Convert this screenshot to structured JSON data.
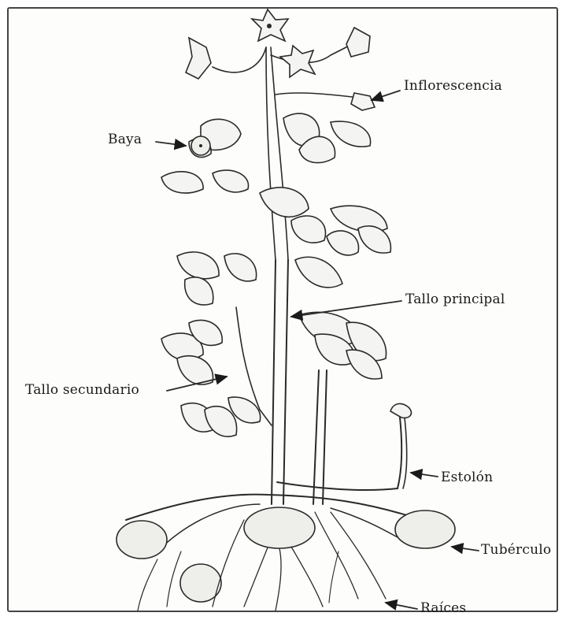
{
  "diagram": {
    "labels": {
      "inflorescence": "Inflorescencia",
      "berry": "Baya",
      "main_stem": "Tallo principal",
      "secondary_stem": "Tallo secundario",
      "stolon": "Estolón",
      "tuber": "Tubérculo",
      "roots": "Raíces"
    },
    "colors": {
      "ink": "#2a2a2a",
      "paper": "#fdfdfb",
      "leaf_fill": "#f4f4f2"
    }
  }
}
